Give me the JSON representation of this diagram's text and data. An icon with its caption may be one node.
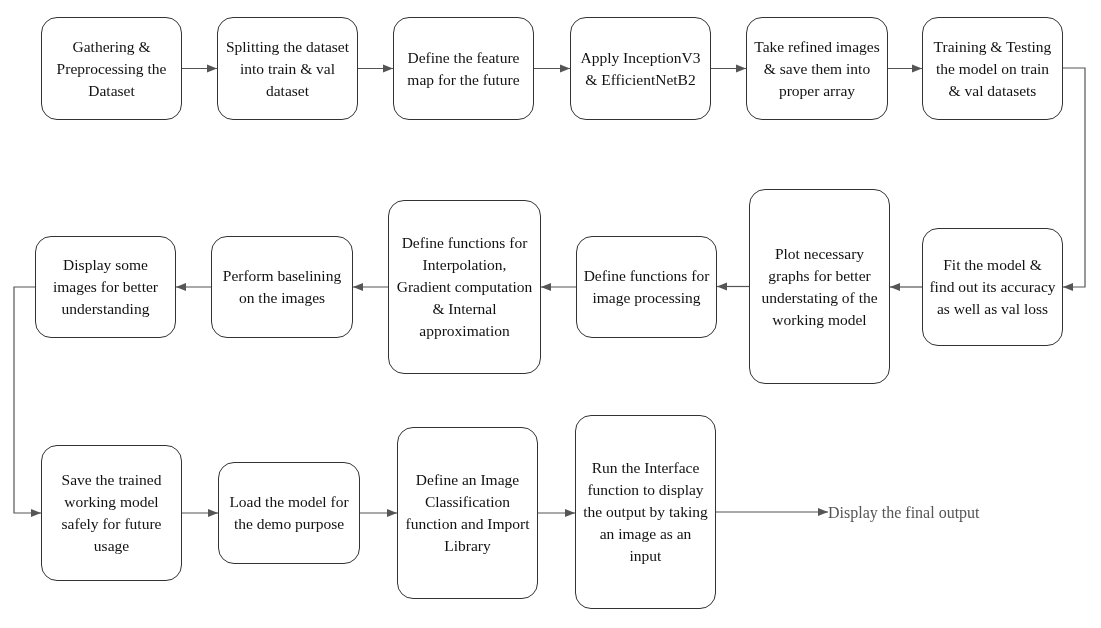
{
  "diagram": {
    "nodes": [
      {
        "text": [
          "Gathering & Preprocessing the Dataset"
        ]
      },
      {
        "text": [
          "Splitting the dataset into train & val dataset"
        ]
      },
      {
        "text": [
          "Define the feature map for the future"
        ]
      },
      {
        "text": [
          "Apply InceptionV3 & EfficientNetB2"
        ]
      },
      {
        "text": [
          "Take refined images & save them into proper array"
        ]
      },
      {
        "text": [
          "Training & Testing the model on train & val datasets"
        ]
      },
      {
        "text": [
          "Fit the model & find out its accuracy as well as val loss"
        ]
      },
      {
        "text": [
          "Plot necessary graphs for better understating of the working model"
        ]
      },
      {
        "text": [
          "Define functions for image processing"
        ]
      },
      {
        "text": [
          "Define functions for Interpolation, Gradient computation & Internal approximation"
        ]
      },
      {
        "text": [
          "Perform baselining on the images"
        ]
      },
      {
        "text": [
          "Display some images for better understanding"
        ]
      },
      {
        "text": [
          "Save the trained working model safely for future usage"
        ]
      },
      {
        "text": [
          "Load the model for the demo purpose"
        ]
      },
      {
        "text": [
          "Define an Image Classification function and Import Library"
        ]
      },
      {
        "text": [
          "Run the Interface function to display the output by taking an image as an input"
        ]
      },
      {
        "text": [
          "Display the final output"
        ]
      }
    ],
    "edges": [
      {
        "from": 0,
        "to": 1,
        "arrow": "to"
      },
      {
        "from": 1,
        "to": 2,
        "arrow": "to"
      },
      {
        "from": 2,
        "to": 3,
        "arrow": "to"
      },
      {
        "from": 3,
        "to": 4,
        "arrow": "to"
      },
      {
        "from": 4,
        "to": 5,
        "arrow": "to"
      },
      {
        "from": 5,
        "to": 6,
        "arrow": "to"
      },
      {
        "from": 6,
        "to": 7,
        "arrow": "to"
      },
      {
        "from": 7,
        "to": 8,
        "arrow": "to"
      },
      {
        "from": 8,
        "to": 9,
        "arrow": "to"
      },
      {
        "from": 9,
        "to": 10,
        "arrow": "to"
      },
      {
        "from": 10,
        "to": 11,
        "arrow": "to"
      },
      {
        "from": 11,
        "to": 12,
        "arrow": "to"
      },
      {
        "from": 12,
        "to": 13,
        "arrow": "to"
      },
      {
        "from": 13,
        "to": 14,
        "arrow": "to"
      },
      {
        "from": 14,
        "to": 15,
        "arrow": "to"
      },
      {
        "from": 15,
        "to": 16,
        "arrow": "to"
      }
    ]
  }
}
